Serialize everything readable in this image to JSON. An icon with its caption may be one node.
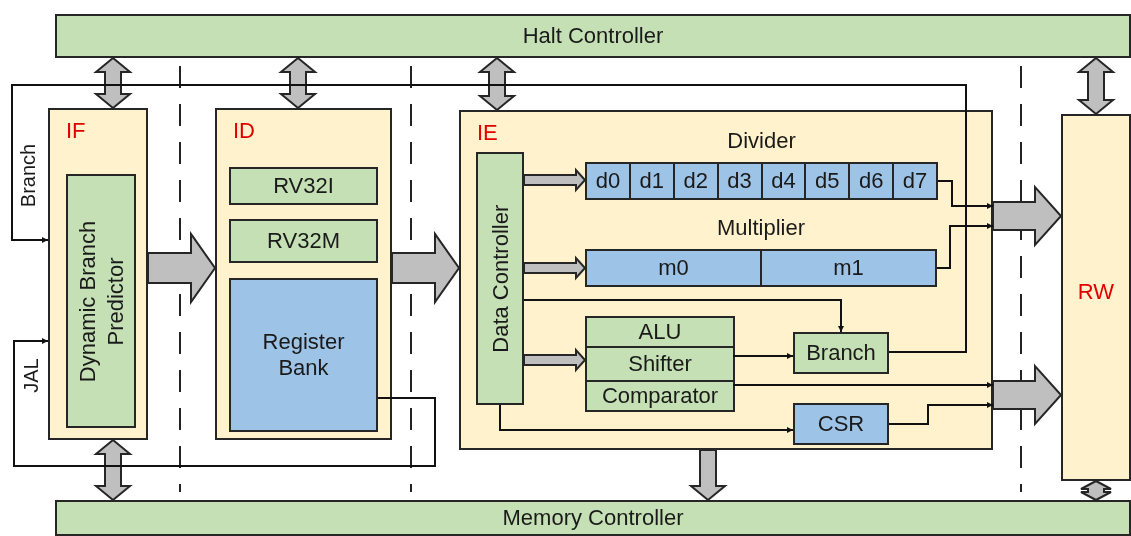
{
  "diagram": {
    "nodes": [
      {
        "text": [
          "Halt Controller"
        ]
      },
      {
        "text": [
          "IF"
        ]
      },
      {
        "text": [
          "Dynamic Branch Predictor"
        ],
        "in": 1
      },
      {
        "text": [
          "ID"
        ]
      },
      {
        "text": [
          "RV32I"
        ],
        "in": 3
      },
      {
        "text": [
          "RV32M"
        ],
        "in": 3
      },
      {
        "text": [
          "Register Bank"
        ],
        "in": 3
      },
      {
        "text": [
          "IE"
        ]
      },
      {
        "text": [
          "Data Controller"
        ],
        "in": 7
      },
      {
        "text": [
          "Divider",
          "d0",
          "d1",
          "d2",
          "d3",
          "d4",
          "d5",
          "d6",
          "d7"
        ],
        "in": 7
      },
      {
        "text": [
          "Multiplier",
          "m0",
          "m1"
        ],
        "in": 7
      },
      {
        "text": [],
        "shape": "box",
        "in": 7
      },
      {
        "text": [
          "ALU"
        ],
        "in": 11
      },
      {
        "text": [
          "Shifter"
        ],
        "in": 11
      },
      {
        "text": [
          "Comparator"
        ],
        "in": 11
      },
      {
        "text": [
          "Branch"
        ],
        "in": 7
      },
      {
        "text": [
          "CSR"
        ],
        "in": 7
      },
      {
        "text": [
          "RW"
        ]
      },
      {
        "text": [
          "Memory Controller"
        ]
      }
    ],
    "edges": [
      {
        "from": 0,
        "to": 1,
        "arrow": "both",
        "style": "thick",
        "color": "#bfbfbf"
      },
      {
        "from": 0,
        "to": 3,
        "arrow": "both",
        "style": "thick",
        "color": "#bfbfbf"
      },
      {
        "from": 0,
        "to": 7,
        "arrow": "both",
        "style": "thick",
        "color": "#bfbfbf"
      },
      {
        "from": 0,
        "to": 17,
        "arrow": "both",
        "style": "thick",
        "color": "#bfbfbf"
      },
      {
        "from": 1,
        "to": 18,
        "arrow": "both",
        "style": "thick",
        "color": "#bfbfbf"
      },
      {
        "from": 7,
        "to": 18,
        "arrow": "to",
        "style": "thick",
        "color": "#bfbfbf"
      },
      {
        "from": 17,
        "to": 18,
        "arrow": "both",
        "style": "thick",
        "color": "#bfbfbf"
      },
      {
        "from": 1,
        "to": 3,
        "arrow": "to",
        "style": "thick",
        "color": "#bfbfbf"
      },
      {
        "from": 3,
        "to": 7,
        "arrow": "to",
        "style": "thick",
        "color": "#bfbfbf"
      },
      {
        "from": 8,
        "to": 9,
        "arrow": "to",
        "style": "thick",
        "color": "#bfbfbf"
      },
      {
        "from": 8,
        "to": 10,
        "arrow": "to",
        "style": "thick",
        "color": "#bfbfbf"
      },
      {
        "from": 8,
        "to": 11,
        "arrow": "to",
        "style": "thick",
        "color": "#bfbfbf"
      },
      {
        "from": 7,
        "to": 17,
        "arrow": "to",
        "style": "thick",
        "color": "#bfbfbf"
      },
      {
        "from": 7,
        "to": 17,
        "arrow": "to",
        "style": "thick",
        "color": "#bfbfbf"
      },
      {
        "from": 9,
        "to": 7,
        "arrow": "to"
      },
      {
        "from": 10,
        "to": 7,
        "arrow": "to"
      },
      {
        "from": 8,
        "to": 15,
        "arrow": "to"
      },
      {
        "from": 13,
        "to": 15,
        "arrow": "to"
      },
      {
        "from": 14,
        "to": 7,
        "arrow": "to"
      },
      {
        "from": 8,
        "to": 16,
        "arrow": "to"
      },
      {
        "from": 16,
        "to": 7,
        "arrow": "to"
      },
      {
        "from": 15,
        "to": 1,
        "arrow": "to",
        "label": "Branch"
      },
      {
        "from": 6,
        "to": 1,
        "arrow": "to",
        "label": "JAL"
      }
    ]
  }
}
